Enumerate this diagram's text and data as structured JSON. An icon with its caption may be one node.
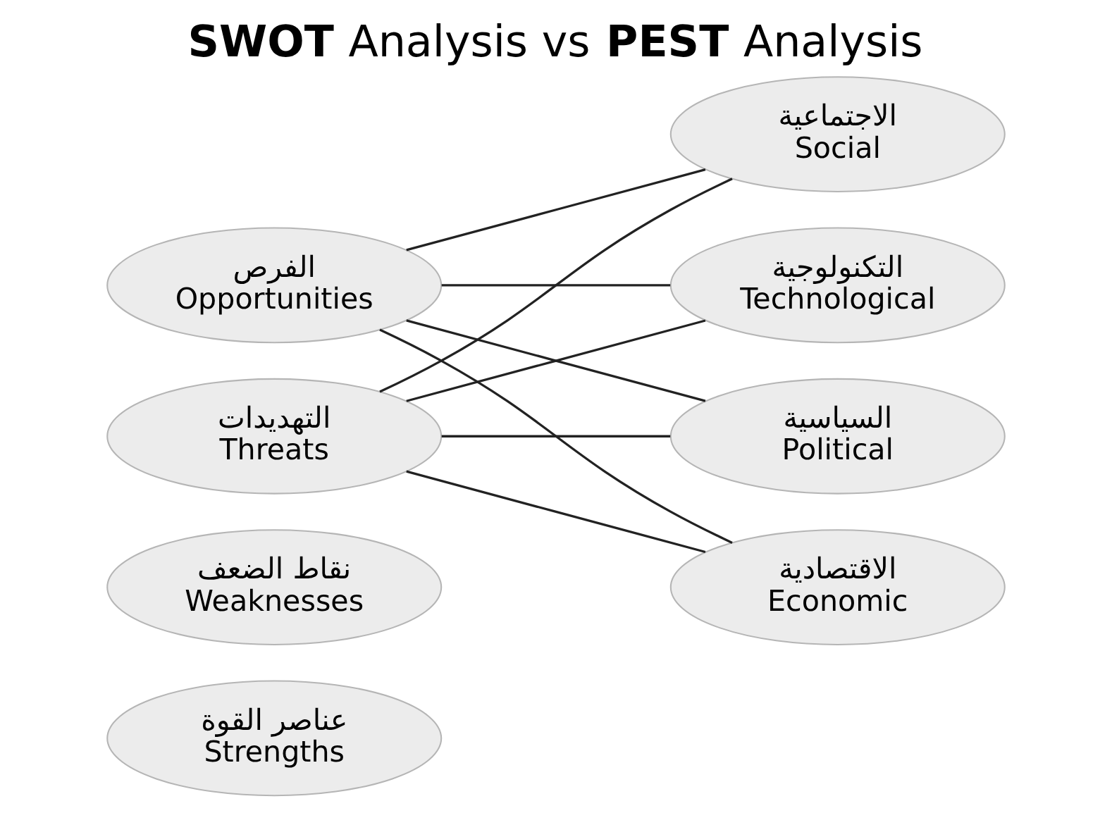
{
  "diagram": {
    "title": "**SWOT** Analysis vs **PEST** Analysis",
    "nodes": [
      {
        "text": [
          "عناصر القوة",
          "Strengths"
        ]
      },
      {
        "text": [
          "نقاط الضعف",
          "Weaknesses"
        ]
      },
      {
        "text": [
          "الفرص",
          "Opportunities"
        ]
      },
      {
        "text": [
          "التهديدات",
          "Threats"
        ]
      },
      {
        "text": [
          "السياسية",
          "Political"
        ]
      },
      {
        "text": [
          "الاقتصادية",
          "Economic"
        ]
      },
      {
        "text": [
          "الاجتماعية",
          "Social"
        ]
      },
      {
        "text": [
          "التكنولوجية",
          "Technological"
        ]
      }
    ],
    "edges": [
      {
        "from": 2,
        "to": 4,
        "arrow": "none"
      },
      {
        "from": 2,
        "to": 5,
        "arrow": "none"
      },
      {
        "from": 2,
        "to": 6,
        "arrow": "none"
      },
      {
        "from": 2,
        "to": 7,
        "arrow": "none"
      },
      {
        "from": 3,
        "to": 4,
        "arrow": "none"
      },
      {
        "from": 3,
        "to": 5,
        "arrow": "none"
      },
      {
        "from": 3,
        "to": 6,
        "arrow": "none"
      },
      {
        "from": 3,
        "to": 7,
        "arrow": "none"
      }
    ]
  }
}
